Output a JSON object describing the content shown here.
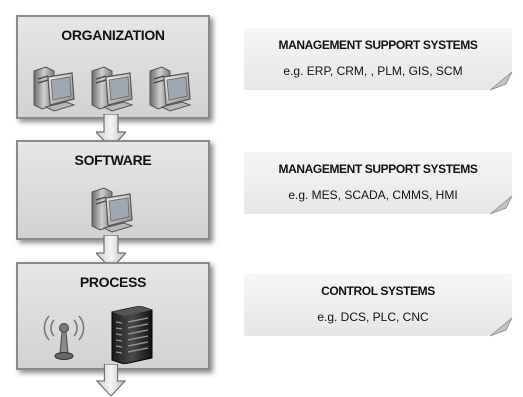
{
  "levels": [
    {
      "title": "ORGANIZATION",
      "icons": [
        "computer-icon",
        "computer-icon",
        "computer-icon"
      ]
    },
    {
      "title": "SOFTWARE",
      "icons": [
        "computer-icon"
      ]
    },
    {
      "title": "PROCESS",
      "icons": [
        "antenna-icon",
        "server-rack-icon"
      ]
    }
  ],
  "notes": [
    {
      "title": "MANAGEMENT SUPPORT SYSTEMS",
      "body": "e.g. ERP, CRM, , PLM, GIS, SCM"
    },
    {
      "title": "MANAGEMENT SUPPORT SYSTEMS",
      "body": "e.g. MES, SCADA, CMMS, HMI"
    },
    {
      "title": "CONTROL SYSTEMS",
      "body": "e.g. DCS, PLC, CNC"
    }
  ],
  "colors": {
    "box_fill": "#d9d9d9",
    "box_border": "#8a8a8a",
    "note_fill": "#f0f0f0",
    "text": "#111111"
  }
}
